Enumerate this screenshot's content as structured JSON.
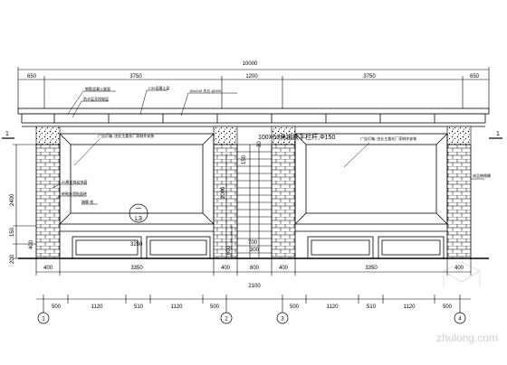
{
  "top_dimensions": {
    "overall": "10000",
    "segments": [
      "650",
      "3750",
      "1200",
      "3750",
      "650"
    ]
  },
  "annotations": {
    "roof_1": "钢筋混凝土屋面",
    "roof_2": "防水层及找坡层",
    "roof_3": "C30混凝土梁",
    "roof_4": "50x100 木方 @300",
    "board_left": "广告灯箱, 由业主委托厂家制作安装",
    "board_right": "广告灯箱, 由业主委托厂家制作安装",
    "center_stair": "100X50角钢扶手栏杆,Φ150",
    "side_right": "成品钢格栅",
    "left_1": "20厚花岗岩饰面",
    "left_2": "砖砌外墙贴面砖",
    "left_3": "踢脚 线"
  },
  "section_marker": {
    "left": "1",
    "right": "1"
  },
  "detail_marker": {
    "top": "一",
    "bottom": "L3"
  },
  "height_dimensions": {
    "left_2400": "2400",
    "left_150": "150",
    "left_400": "400",
    "left_200": "200",
    "mid_2000": "2000",
    "mid_600": "600",
    "stair_30": "30",
    "stair_150": "150",
    "stair_700": "700"
  },
  "panel_dimensions": {
    "panel_3250": "3250",
    "stair_300": "300"
  },
  "bottom_dim_row1": [
    "400",
    "3350",
    "400",
    "800",
    "400",
    "3350",
    "400"
  ],
  "bottom_dim_mid": "2100",
  "bottom_dim_row2": [
    "500",
    "1120",
    "510",
    "1120",
    "500",
    "500",
    "1120",
    "510",
    "1120",
    "500"
  ],
  "axis_labels": [
    "1",
    "2",
    "3",
    "4"
  ],
  "watermark": "zhulong.com"
}
